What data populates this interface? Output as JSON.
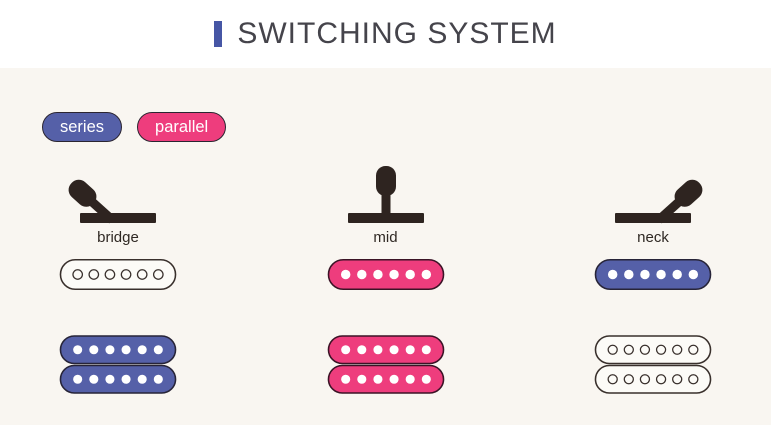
{
  "header": {
    "title": "SWITCHING SYSTEM"
  },
  "legend": {
    "series_label": "series",
    "parallel_label": "parallel"
  },
  "positions": [
    {
      "name": "bridge",
      "lever": "bridge",
      "single_coil": "off",
      "humbucker": "series"
    },
    {
      "name": "mid",
      "lever": "mid",
      "single_coil": "parallel",
      "humbucker": "parallel"
    },
    {
      "name": "neck",
      "lever": "neck",
      "single_coil": "series",
      "humbucker": "off"
    }
  ],
  "colors": {
    "series": "#5560a8",
    "parallel": "#ee3d7d",
    "accent": "#4656a5",
    "ink": "#2e2420",
    "bg": "#f9f6f1",
    "header-bg": "#ffffff"
  }
}
